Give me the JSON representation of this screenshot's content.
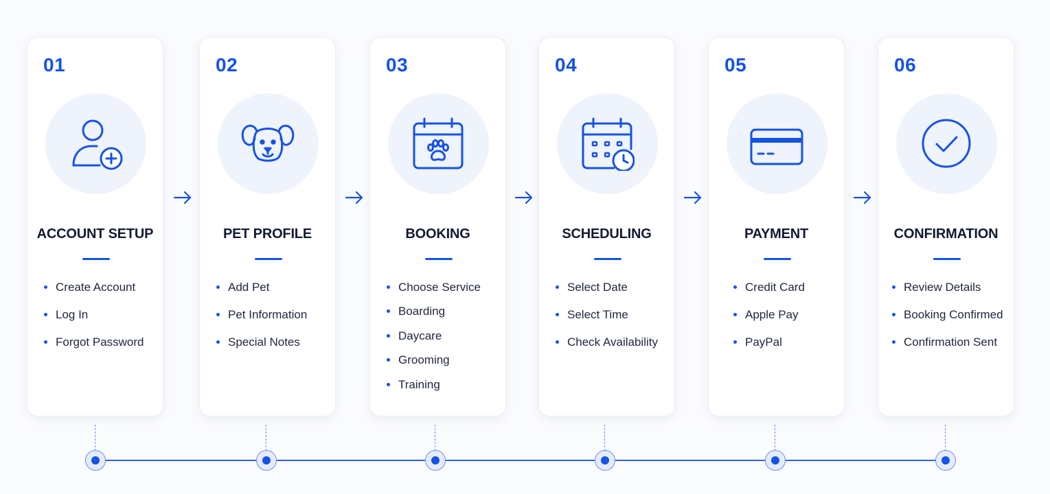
{
  "accent_color": "#1552e6",
  "steps": [
    {
      "number": "01",
      "title": "ACCOUNT SETUP",
      "icon": "user-add-icon",
      "items": [
        "Create Account",
        "Log In",
        "Forgot Password"
      ]
    },
    {
      "number": "02",
      "title": "PET PROFILE",
      "icon": "dog-icon",
      "items": [
        "Add Pet",
        "Pet Information",
        "Special Notes"
      ]
    },
    {
      "number": "03",
      "title": "BOOKING",
      "icon": "calendar-paw-icon",
      "items": [
        "Choose Service",
        "Boarding",
        "Daycare",
        "Grooming",
        "Training"
      ]
    },
    {
      "number": "04",
      "title": "SCHEDULING",
      "icon": "calendar-clock-icon",
      "items": [
        "Select Date",
        "Select Time",
        "Check Availability"
      ]
    },
    {
      "number": "05",
      "title": "PAYMENT",
      "icon": "credit-card-icon",
      "items": [
        "Credit Card",
        "Apple Pay",
        "PayPal"
      ]
    },
    {
      "number": "06",
      "title": "CONFIRMATION",
      "icon": "check-circle-icon",
      "items": [
        "Review Details",
        "Booking Confirmed",
        "Confirmation Sent"
      ]
    }
  ]
}
